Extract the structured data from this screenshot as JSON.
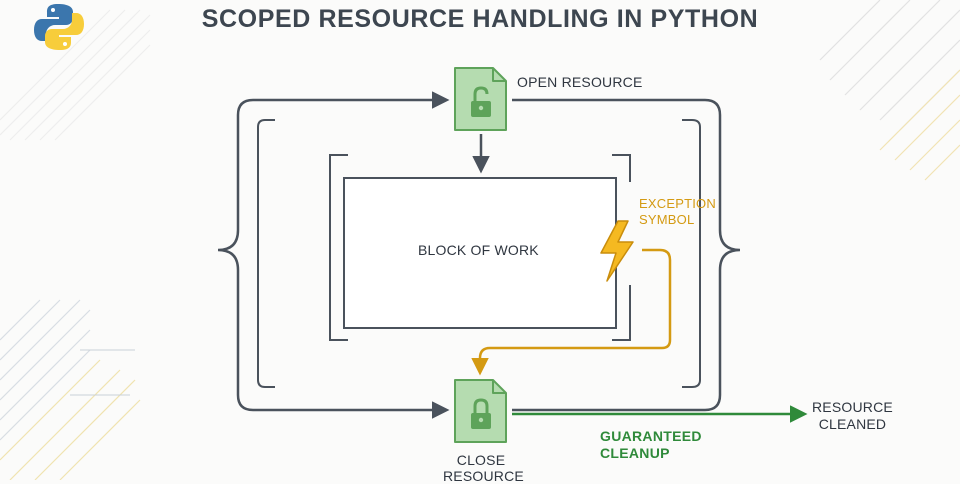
{
  "title": "SCOPED RESOURCE HANDLING IN PYTHON",
  "logo_icon": "python-logo-icon",
  "nodes": {
    "open_resource": {
      "label": "OPEN RESOURCE",
      "icon": "unlocked-file-icon"
    },
    "block_of_work": {
      "label": "BLOCK OF WORK"
    },
    "exception": {
      "label_line1": "EXCEPTION",
      "label_line2": "SYMBOL",
      "icon": "lightning-bolt-icon"
    },
    "close_resource": {
      "label_line1": "CLOSE",
      "label_line2": "RESOURCE",
      "icon": "locked-file-icon"
    },
    "resource_cleaned": {
      "label_line1": "RESOURCE",
      "label_line2": "CLEANED"
    }
  },
  "edges": {
    "guaranteed_cleanup": {
      "label_line1": "GUARANTEED",
      "label_line2": "CLEANUP"
    }
  },
  "colors": {
    "primary_lines": "#4a525c",
    "file_fill": "#b5dcb0",
    "file_stroke": "#5ea35a",
    "exception": "#d49a12",
    "cleanup": "#2f8a3a",
    "title": "#3d4650"
  }
}
